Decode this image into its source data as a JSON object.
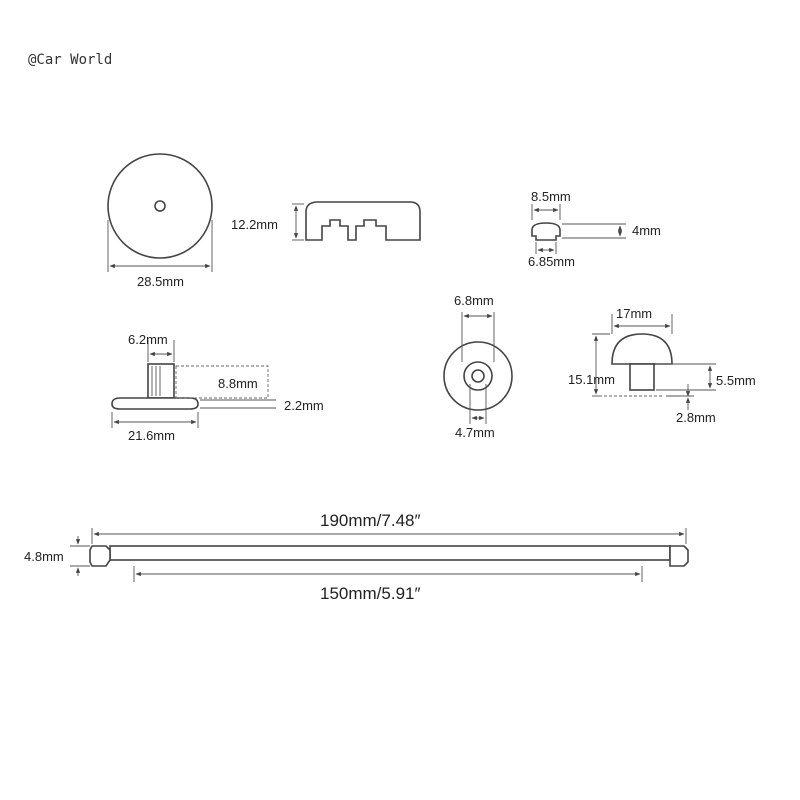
{
  "watermark": "@Car World",
  "dimensions": {
    "disc_height": "12.2mm",
    "disc_diameter": "28.5mm",
    "small_cap_top": "8.5mm",
    "small_cap_height": "4mm",
    "small_cap_bottom": "6.85mm",
    "base_knob_top": "6.2mm",
    "base_knob_height": "8.8mm",
    "base_plate_height": "2.2mm",
    "base_plate_width": "21.6mm",
    "ring_outer": "6.8mm",
    "ring_inner": "4.7mm",
    "dome_width": "17mm",
    "dome_total_height": "15.1mm",
    "dome_stem_height": "5.5mm",
    "dome_stem_bottom": "2.8mm",
    "rod_height": "4.8mm",
    "rod_total_length": "190mm/7.48″",
    "rod_inner_length": "150mm/5.91″"
  }
}
